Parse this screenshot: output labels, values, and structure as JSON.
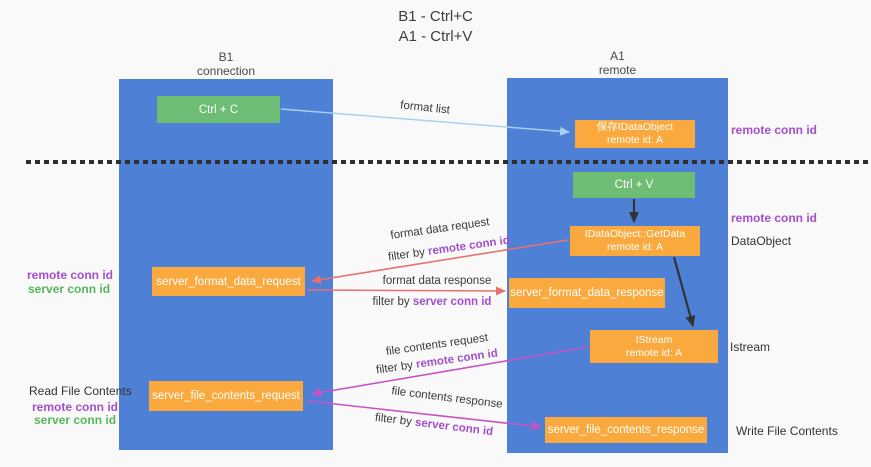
{
  "title": {
    "line1": "B1 - Ctrl+C",
    "line2": "A1 - Ctrl+V"
  },
  "lanes": {
    "left": {
      "title": "B1",
      "subtitle": "connection"
    },
    "right": {
      "title": "A1",
      "subtitle": "remote"
    }
  },
  "nodes": {
    "ctrl_c": {
      "label": "Ctrl + C"
    },
    "ctrl_v": {
      "label": "Ctrl + V"
    },
    "save_idataobject": {
      "line1": "保存IDataObject",
      "line2": "remote id: A"
    },
    "getdata": {
      "line1": "IDataObject::GetData",
      "line2": "remote id: A"
    },
    "istream": {
      "line1": "IStream",
      "line2": "remote id: A"
    },
    "server_format_data_request": {
      "label": "server_format_data_request"
    },
    "server_format_data_response": {
      "label": "server_format_data_response"
    },
    "server_file_contents_request": {
      "label": "server_file_contents_request"
    },
    "server_file_contents_response": {
      "label": "server_file_contents_response"
    }
  },
  "arrow_labels": {
    "format_list": "format list",
    "format_data_request": "format data request",
    "format_data_response": "format data response",
    "file_contents_request": "file contents request",
    "file_contents_response": "file contents response",
    "filter_by": "filter by",
    "remote_conn_id": "remote conn id",
    "server_conn_id": "server conn id"
  },
  "side_labels": {
    "remote_conn_id": "remote conn id",
    "server_conn_id": "server conn id",
    "dataobject": "DataObject",
    "istream": "Istream",
    "read_file_contents": "Read File Contents",
    "write_file_contents": "Write File Contents"
  },
  "colors": {
    "background": "#f9f9f9",
    "lane_blue": "#4e81d6",
    "node_orange": "#f9a93d",
    "node_green": "#6dbe74",
    "arrow_blue": "#a9cfee",
    "arrow_black": "#333333",
    "arrow_salmon": "#e87070",
    "arrow_magenta": "#c653c6",
    "text_purple": "#a34fcb",
    "text_green": "#55b85c"
  }
}
